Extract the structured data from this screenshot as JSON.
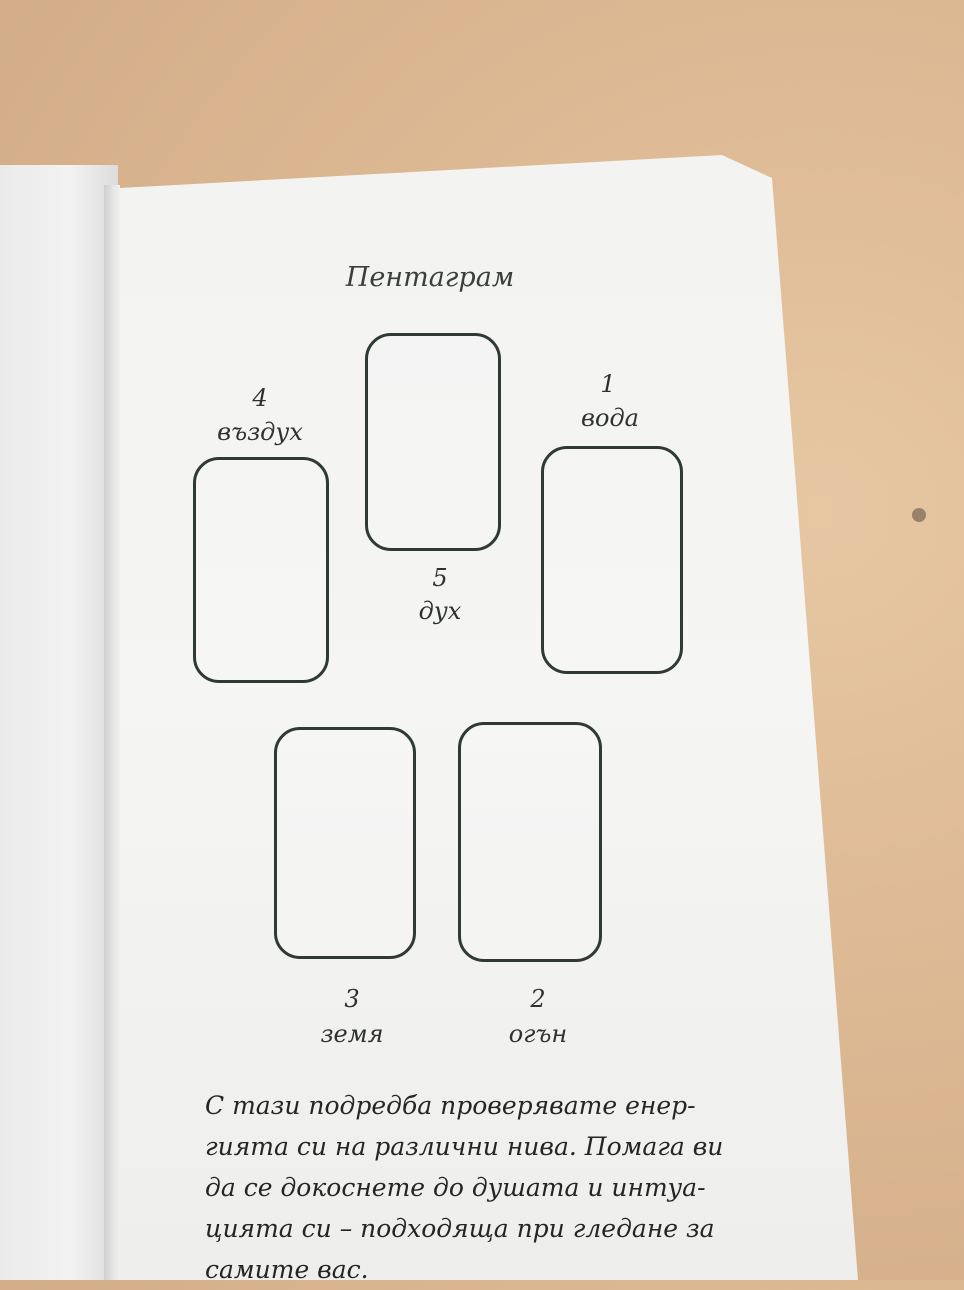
{
  "title": "Пентаграм",
  "cards": [
    {
      "number": "5",
      "name": "дух"
    },
    {
      "number": "1",
      "name": "вода"
    },
    {
      "number": "4",
      "name": "въздух"
    },
    {
      "number": "3",
      "name": "земя"
    },
    {
      "number": "2",
      "name": "огън"
    }
  ],
  "paragraph": [
    "С тази подредба проверявате енер-",
    "гията си на различни нива. Помага ви",
    "да се докоснете до душата и интуа-",
    "цията си – подходяща при гледане за",
    "самите вас."
  ]
}
